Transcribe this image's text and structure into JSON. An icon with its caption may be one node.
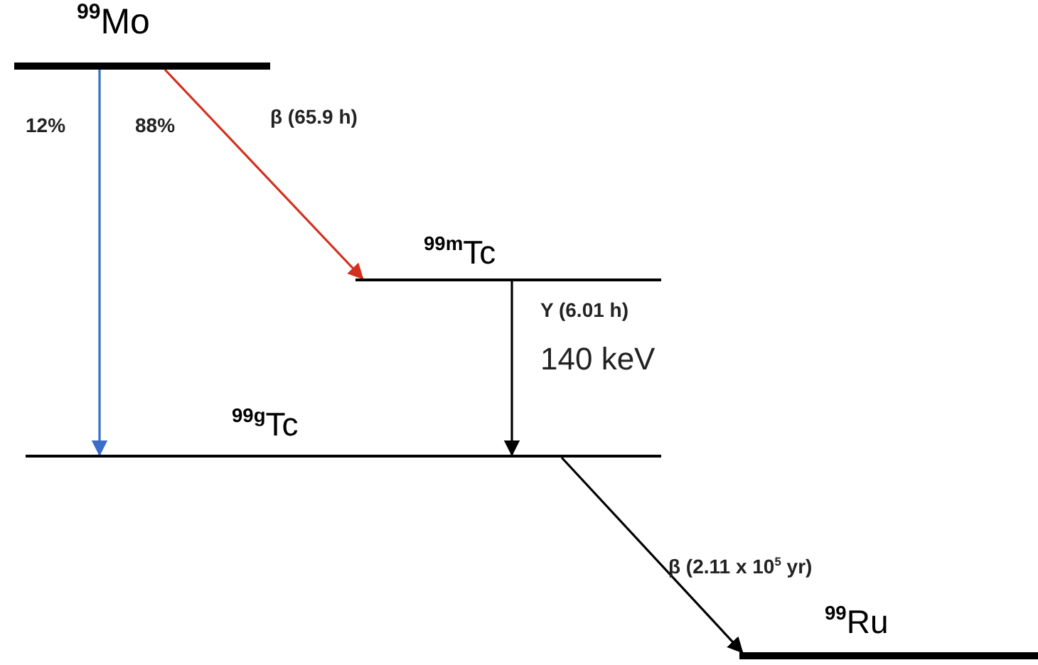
{
  "diagram": {
    "nodes": [
      {
        "text": [
          "$^{99}$Mo"
        ]
      },
      {
        "text": [
          "$^{99m}$Tc"
        ]
      },
      {
        "text": [
          "$^{99g}$Tc"
        ]
      },
      {
        "text": [
          "$^{99}$Ru"
        ]
      }
    ],
    "edges": [
      {
        "from": 0,
        "to": 2,
        "arrow": "to",
        "color": "#3a6cc8"
      },
      {
        "from": 0,
        "to": 1,
        "arrow": "to",
        "label": "β (65.9 h)",
        "color": "#d3301e"
      },
      {
        "from": 1,
        "to": 2,
        "arrow": "to",
        "label": "Y (6.01 h)"
      },
      {
        "from": 2,
        "to": 3,
        "arrow": "to",
        "label": "β (2.11 x 10$^{5}$ yr)"
      }
    ],
    "labels": [
      "12%",
      "88%",
      "140 keV"
    ]
  }
}
